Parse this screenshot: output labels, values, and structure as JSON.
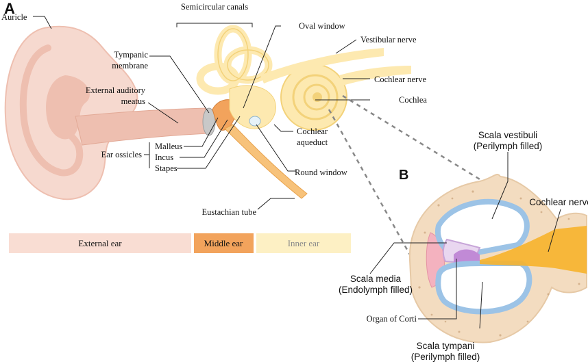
{
  "panels": {
    "a": "A",
    "b": "B"
  },
  "labels": {
    "auricle": "Auricle",
    "semicircular_canals": "Semicircular canals",
    "oval_window": "Oval window",
    "vestibular_nerve": "Vestibular nerve",
    "tympanic_membrane_1": "Tympanic",
    "tympanic_membrane_2": "membrane",
    "cochlear_nerve": "Cochlear nerve",
    "external_auditory_meatus_1": "External auditory",
    "external_auditory_meatus_2": "meatus",
    "cochlea": "Cochlea",
    "ear_ossicles": "Ear ossicles",
    "malleus": "Malleus",
    "incus": "Incus",
    "stapes": "Stapes",
    "cochlear_aqueduct_1": "Cochlear",
    "cochlear_aqueduct_2": "aqueduct",
    "round_window": "Round window",
    "eustachian_tube": "Eustachian tube"
  },
  "regions": {
    "external": "External ear",
    "middle": "Middle ear",
    "inner": "Inner ear"
  },
  "panel_b": {
    "scala_vestibuli_1": "Scala vestibuli",
    "scala_vestibuli_2": "(Perilymph filled)",
    "cochlear_nerve": "Cochlear nerve",
    "scala_media_1": "Scala media",
    "scala_media_2": "(Endolymph filled)",
    "organ_of_corti": "Organ of Corti",
    "scala_tympani_1": "Scala tympani",
    "scala_tympani_2": "(Perilymph filled)"
  },
  "colors": {
    "skin": "#f6d9cf",
    "skin_dark": "#eebfb0",
    "middle": "#f2a35c",
    "inner": "#fde9b0",
    "inner_dark": "#f3d27a",
    "bone": "#f3dcc0",
    "perilymph_border": "#9cc3e6",
    "nerve": "#f7b32b"
  }
}
